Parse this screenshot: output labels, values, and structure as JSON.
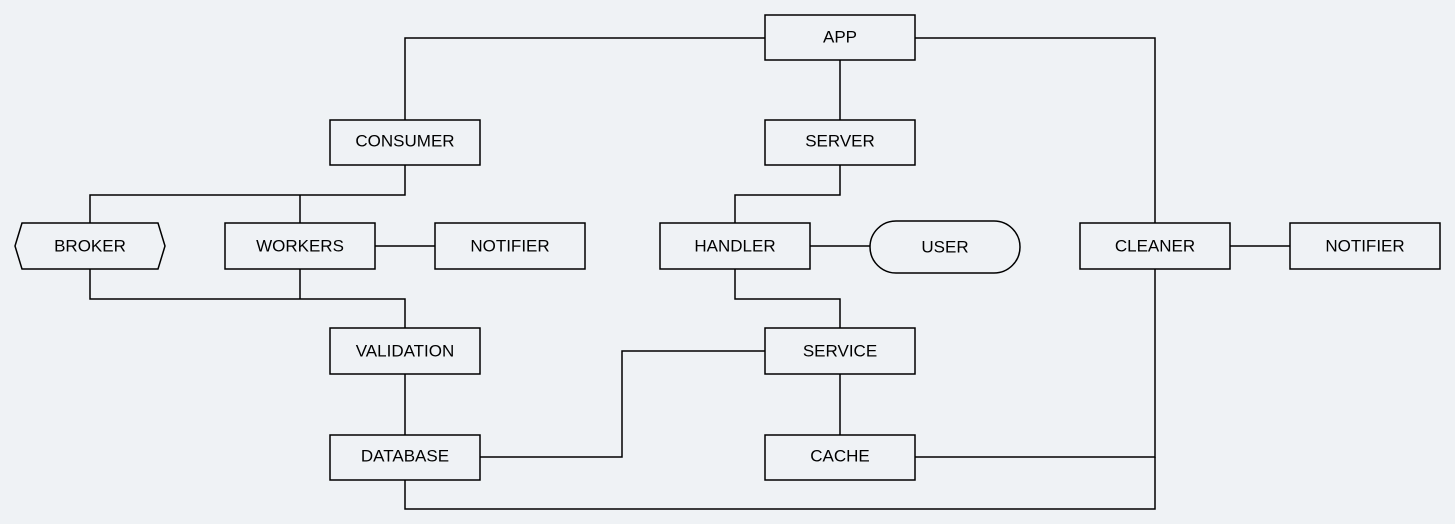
{
  "diagram": {
    "nodes": {
      "app": "APP",
      "consumer": "CONSUMER",
      "server": "SERVER",
      "broker": "BROKER",
      "workers": "WORKERS",
      "notifier_left": "NOTIFIER",
      "handler": "HANDLER",
      "user": "USER",
      "cleaner": "CLEANER",
      "notifier_right": "NOTIFIER",
      "validation": "VALIDATION",
      "service": "SERVICE",
      "database": "DATABASE",
      "cache": "CACHE"
    },
    "edges": [
      [
        "app",
        "consumer"
      ],
      [
        "app",
        "server"
      ],
      [
        "app",
        "cleaner"
      ],
      [
        "consumer",
        "broker"
      ],
      [
        "consumer",
        "workers"
      ],
      [
        "workers",
        "notifier_left"
      ],
      [
        "broker",
        "validation"
      ],
      [
        "workers",
        "validation"
      ],
      [
        "validation",
        "database"
      ],
      [
        "server",
        "handler"
      ],
      [
        "handler",
        "user"
      ],
      [
        "handler",
        "service"
      ],
      [
        "service",
        "database"
      ],
      [
        "service",
        "cache"
      ],
      [
        "cleaner",
        "notifier_right"
      ],
      [
        "cleaner",
        "cache"
      ],
      [
        "cleaner",
        "database"
      ]
    ],
    "colors": {
      "background": "#eff2f5",
      "stroke": "#000000",
      "text": "#000000"
    }
  }
}
